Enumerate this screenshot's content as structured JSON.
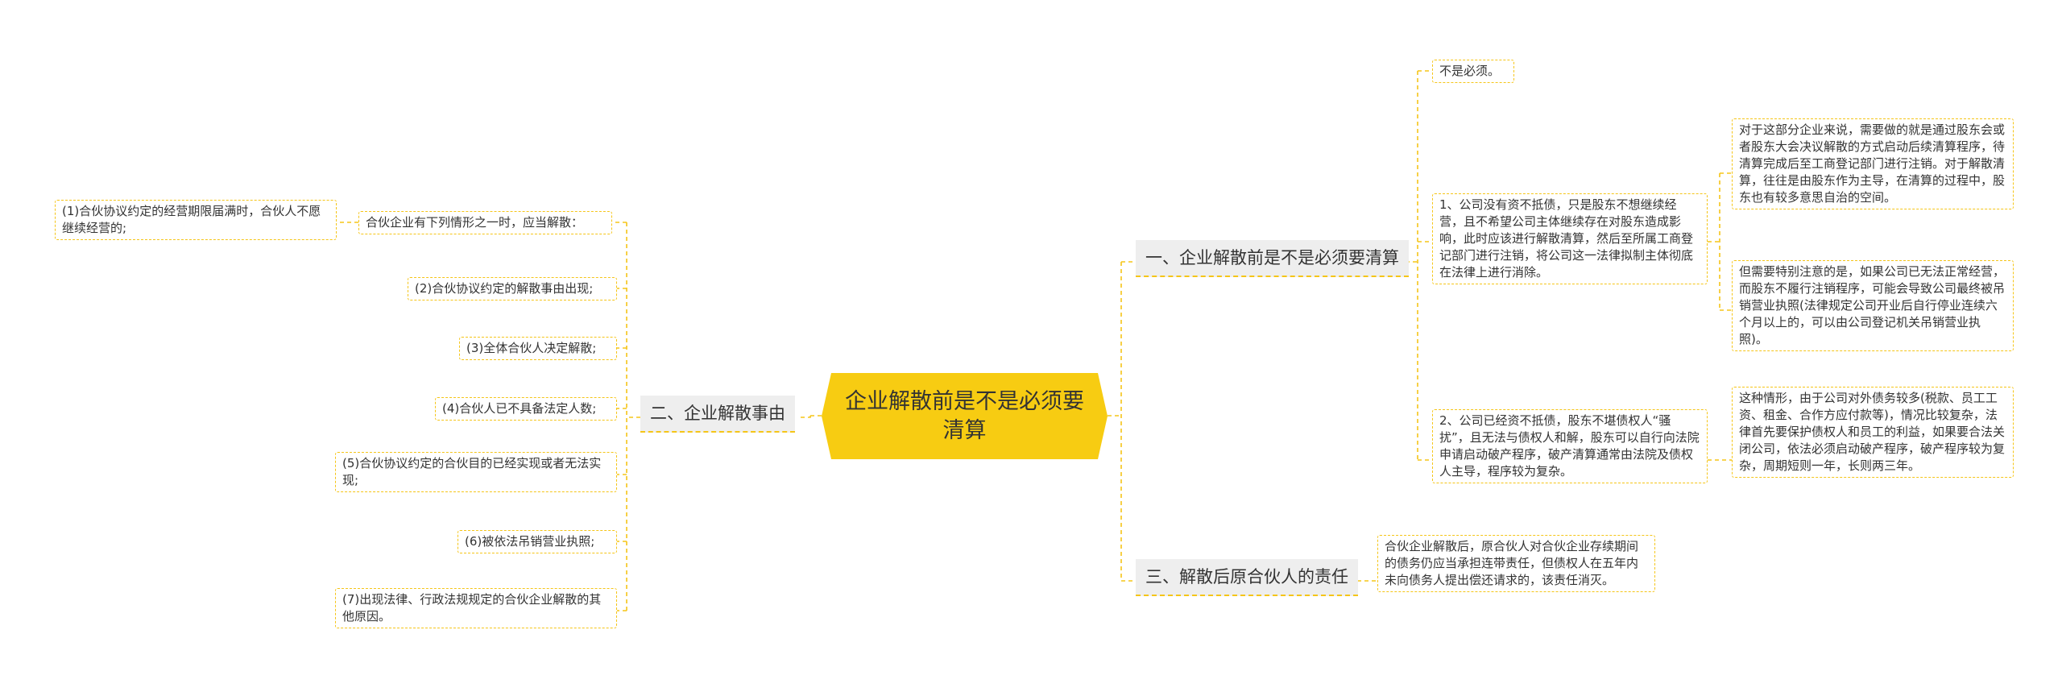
{
  "root": {
    "title": "企业解散前是不是必须要清算"
  },
  "colors": {
    "accent": "#f5c518",
    "root_fill": "#f7cc12",
    "branch_bg": "#eeeeee",
    "text": "#333333"
  },
  "branch1": {
    "label": "一、企业解散前是不是必须要清算",
    "answer": "不是必须。",
    "item1": {
      "text": "1、公司没有资不抵债，只是股东不想继续经营，且不希望公司主体继续存在对股东造成影响，此时应该进行解散清算，然后至所属工商登记部门进行注销，将公司这一法律拟制主体彻底在法律上进行消除。",
      "note1": "对于这部分企业来说，需要做的就是通过股东会或者股东大会决议解散的方式启动后续清算程序，待清算完成后至工商登记部门进行注销。对于解散清算，往往是由股东作为主导，在清算的过程中，股东也有较多意思自治的空间。",
      "note2": "但需要特别注意的是，如果公司已无法正常经营，而股东不履行注销程序，可能会导致公司最终被吊销营业执照(法律规定公司开业后自行停业连续六个月以上的，可以由公司登记机关吊销营业执照)。"
    },
    "item2": {
      "text": "2、公司已经资不抵债，股东不堪债权人“骚扰”，且无法与债权人和解，股东可以自行向法院申请启动破产程序，破产清算通常由法院及债权人主导，程序较为复杂。",
      "note": "这种情形，由于公司对外债务较多(税款、员工工资、租金、合作方应付款等)，情况比较复杂，法律首先要保护债权人和员工的利益，如果要合法关闭公司，依法必须启动破产程序，破产程序较为复杂，周期短则一年，长则两三年。"
    }
  },
  "branch2": {
    "label": "二、企业解散事由",
    "intro": "合伙企业有下列情形之一时，应当解散：",
    "intro_detail": "(1)合伙协议约定的经营期限届满时，合伙人不愿继续经营的;",
    "items": [
      "(2)合伙协议约定的解散事由出现;",
      "(3)全体合伙人决定解散;",
      "(4)合伙人已不具备法定人数;",
      "(5)合伙协议约定的合伙目的已经实现或者无法实现;",
      "(6)被依法吊销营业执照;",
      "(7)出现法律、行政法规规定的合伙企业解散的其他原因。"
    ]
  },
  "branch3": {
    "label": "三、解散后原合伙人的责任",
    "text": "合伙企业解散后，原合伙人对合伙企业存续期间的债务仍应当承担连带责任，但债权人在五年内未向债务人提出偿还请求的，该责任消灭。"
  }
}
